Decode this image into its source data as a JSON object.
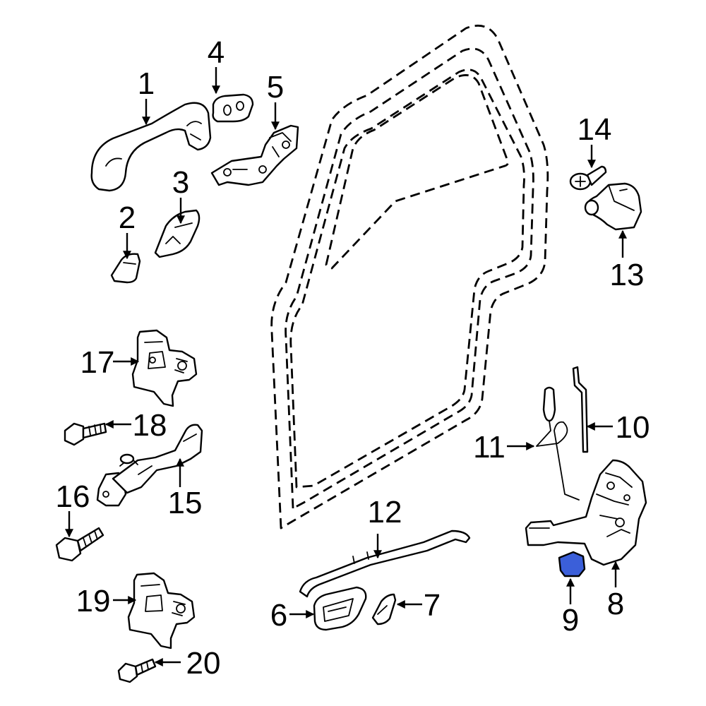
{
  "diagram": {
    "highlight_color": "#3b5fd9",
    "callouts": [
      {
        "id": "1",
        "label": "1"
      },
      {
        "id": "2",
        "label": "2"
      },
      {
        "id": "3",
        "label": "3"
      },
      {
        "id": "4",
        "label": "4"
      },
      {
        "id": "5",
        "label": "5"
      },
      {
        "id": "6",
        "label": "6"
      },
      {
        "id": "7",
        "label": "7"
      },
      {
        "id": "8",
        "label": "8"
      },
      {
        "id": "9",
        "label": "9"
      },
      {
        "id": "10",
        "label": "10"
      },
      {
        "id": "11",
        "label": "11"
      },
      {
        "id": "12",
        "label": "12"
      },
      {
        "id": "13",
        "label": "13"
      },
      {
        "id": "14",
        "label": "14"
      },
      {
        "id": "15",
        "label": "15"
      },
      {
        "id": "16",
        "label": "16"
      },
      {
        "id": "17",
        "label": "17"
      },
      {
        "id": "18",
        "label": "18"
      },
      {
        "id": "19",
        "label": "19"
      },
      {
        "id": "20",
        "label": "20"
      }
    ]
  }
}
